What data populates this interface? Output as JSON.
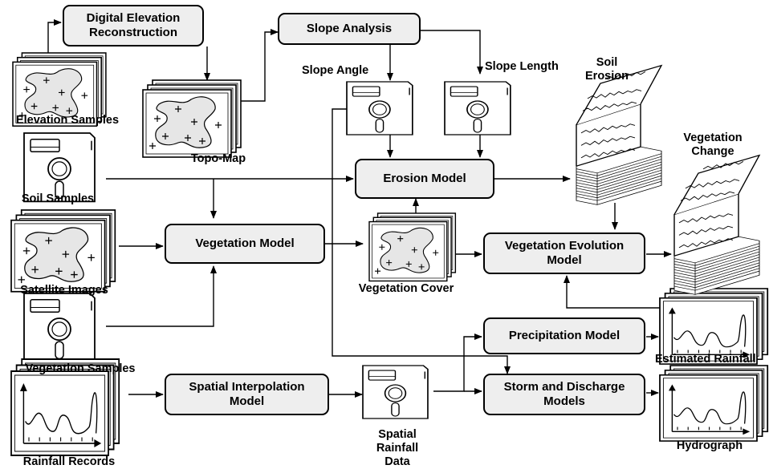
{
  "processes": {
    "digital_elevation": "Digital Elevation\nReconstruction",
    "slope_analysis": "Slope Analysis",
    "erosion_model": "Erosion Model",
    "vegetation_model": "Vegetation Model",
    "vegetation_evolution": "Vegetation Evolution\nModel",
    "precipitation_model": "Precipitation Model",
    "spatial_interpolation": "Spatial Interpolation\nModel",
    "storm_discharge": "Storm and Discharge\nModels"
  },
  "data_items": {
    "elevation_samples": "Elevation Samples",
    "topo_map": "Topo-Map",
    "soil_samples": "Soil Samples",
    "satellite_images": "Satellite Images",
    "vegetation_samples": "Vegetation Samples",
    "rainfall_records": "Rainfall Records",
    "slope_angle": "Slope Angle",
    "slope_length": "Slope Length",
    "soil_erosion": "Soil\nErosion",
    "vegetation_change": "Vegetation\nChange",
    "vegetation_cover": "Vegetation Cover",
    "estimated_rainfall": "Estimated Rainfall",
    "spatial_rainfall": "Spatial\nRainfall\nData",
    "hydrograph": "Hydrograph"
  },
  "colors": {
    "box_fill": "#eeeeee",
    "map_fill": "#e6e6e6",
    "line": "#000000"
  },
  "icons": {
    "map_stack": "map-stack-icon",
    "disk": "floppy-disk-icon",
    "graph_stack": "graph-stack-icon",
    "report_stack": "report-stack-icon"
  }
}
